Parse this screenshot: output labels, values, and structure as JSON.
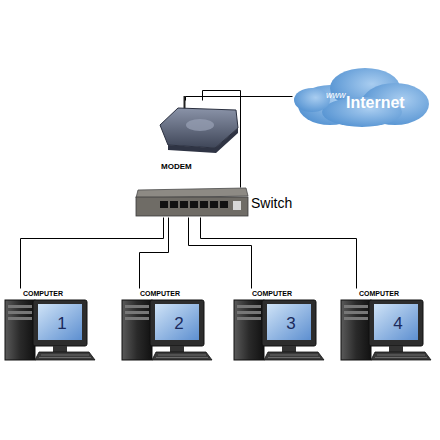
{
  "diagram": {
    "nodes": [
      {
        "text": [
          "www",
          "Internet"
        ]
      },
      {
        "text": [
          "MODEM"
        ]
      },
      {
        "text": [
          "Switch"
        ]
      },
      {
        "text": [
          "COMPUTER",
          "1"
        ]
      },
      {
        "text": [
          "COMPUTER",
          "2"
        ]
      },
      {
        "text": [
          "COMPUTER",
          "3"
        ]
      },
      {
        "text": [
          "COMPUTER",
          "4"
        ]
      }
    ],
    "edges": [
      {
        "from": 1,
        "to": 0,
        "arrow": "none"
      },
      {
        "from": 1,
        "to": 2,
        "arrow": "none"
      },
      {
        "from": 2,
        "to": 3,
        "arrow": "none"
      },
      {
        "from": 2,
        "to": 4,
        "arrow": "none"
      },
      {
        "from": 2,
        "to": 5,
        "arrow": "none"
      },
      {
        "from": 2,
        "to": 6,
        "arrow": "none"
      }
    ]
  }
}
